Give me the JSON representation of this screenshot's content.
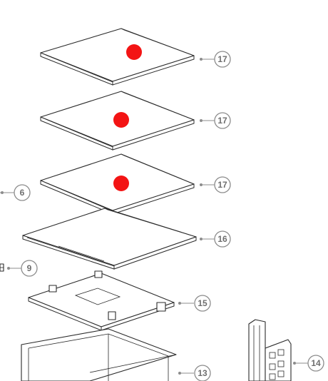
{
  "callouts": {
    "c17a": "17",
    "c17b": "17",
    "c17c": "17",
    "c16": "16",
    "c15": "15",
    "c14": "14",
    "c13": "13",
    "c6": "6",
    "c9": "9"
  },
  "colors": {
    "marker": "#f31414",
    "callout": "#8c8c8c",
    "line": "#2b2b2b"
  }
}
